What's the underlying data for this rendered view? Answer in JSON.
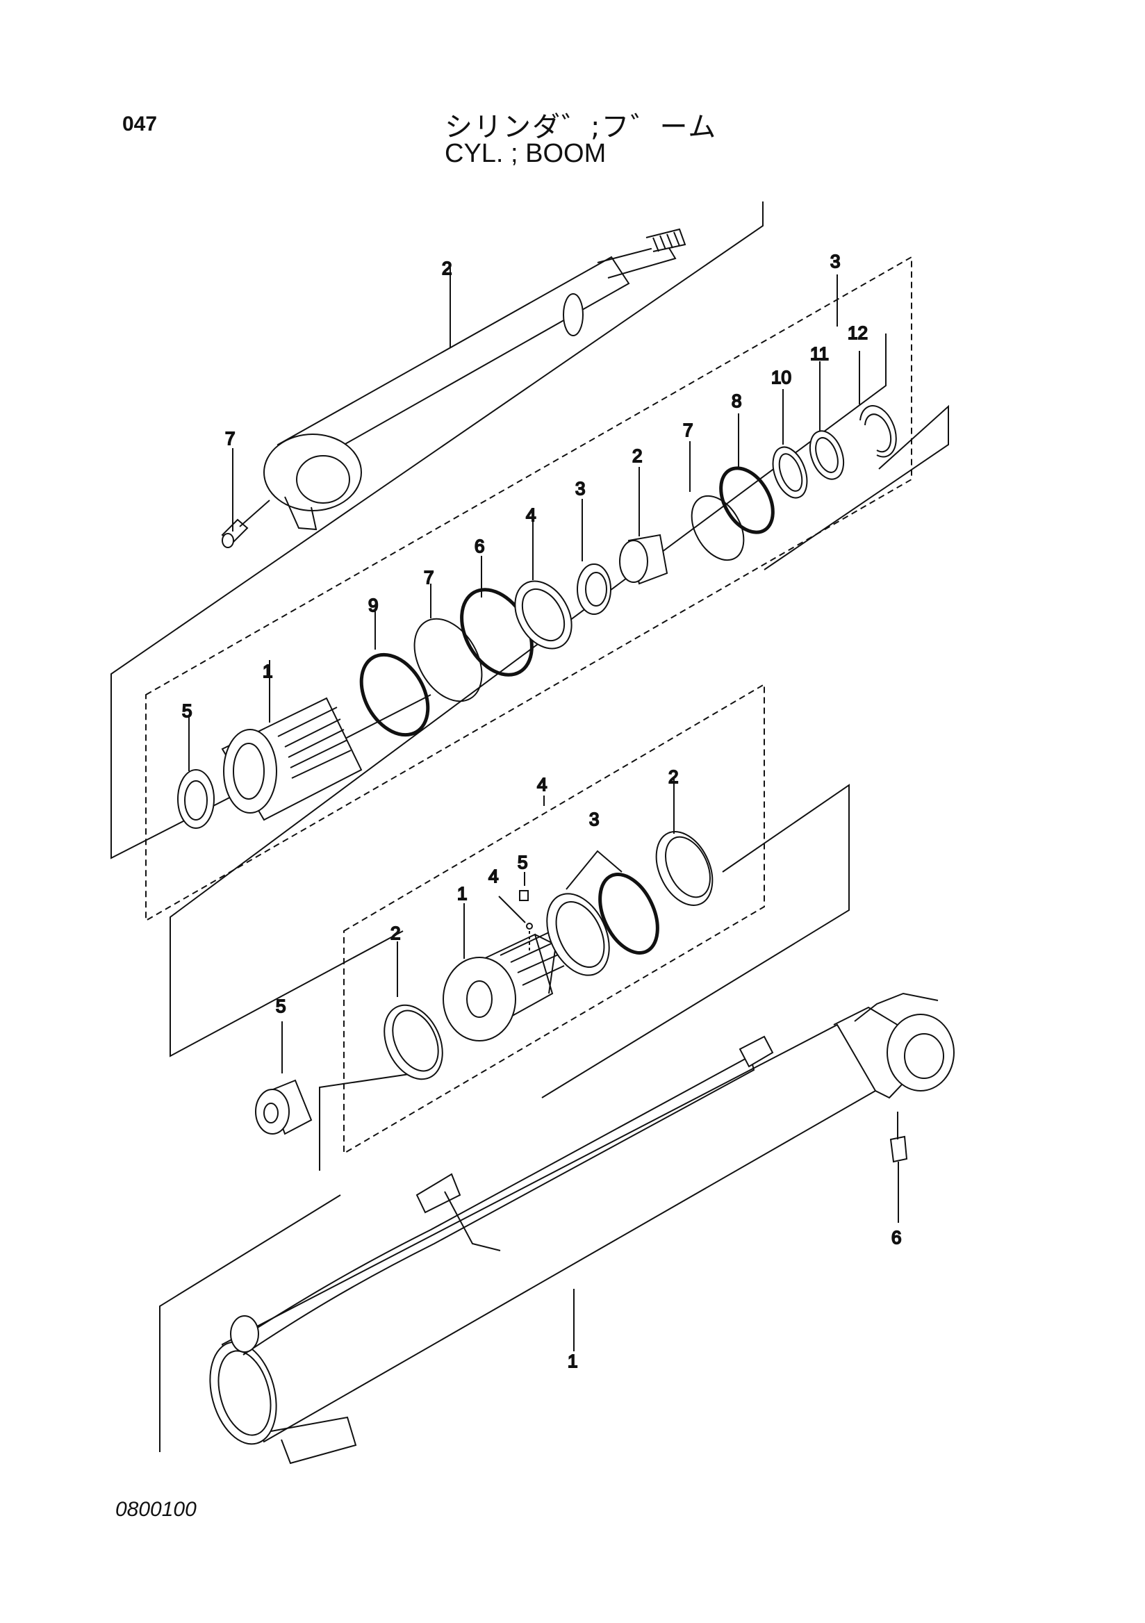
{
  "header": {
    "page_number": "047",
    "title_jp": "シリンダ゛;フ゛ーム",
    "title_en": "CYL. ; BOOM"
  },
  "footer": {
    "drawing_number": "0800100"
  },
  "callouts": {
    "rod": "2",
    "grease_fitting_rod": "7",
    "head_kit": "3",
    "kit3_item1": "1",
    "kit3_item5": "5",
    "kit3_item9": "9",
    "kit3_item7a": "7",
    "kit3_item6": "6",
    "kit3_item4": "4",
    "kit3_item3": "3",
    "kit3_item2": "2",
    "kit3_item7b": "7",
    "kit3_item8": "8",
    "kit3_item10": "10",
    "kit3_item11": "11",
    "kit3_item12": "12",
    "piston_kit": "4",
    "kit4_item2a": "2",
    "kit4_item3": "3",
    "kit4_item5": "5",
    "kit4_item4": "4",
    "kit4_item1": "1",
    "kit4_item2b": "2",
    "nut": "5",
    "tube": "1",
    "grease_fitting_tube": "6"
  }
}
